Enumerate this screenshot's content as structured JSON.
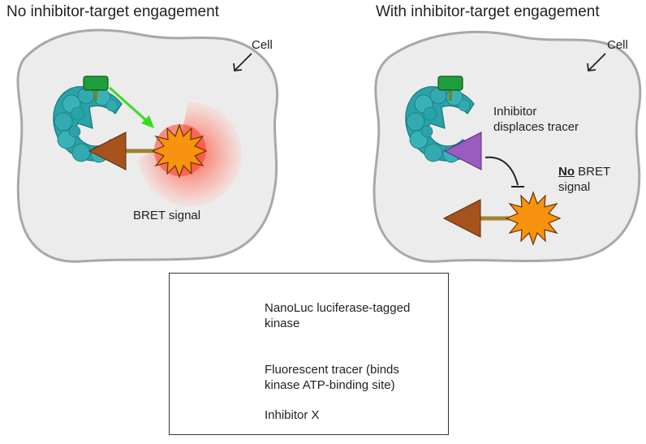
{
  "panels": {
    "left": {
      "title": "No inhibitor-target engagement",
      "cell_label": "Cell",
      "signal_label": "BRET signal"
    },
    "right": {
      "title": "With inhibitor-target engagement",
      "cell_label": "Cell",
      "inhibitor_label_line1": "Inhibitor",
      "inhibitor_label_line2": "displaces tracer",
      "no_signal_bold": "No",
      "no_signal_rest": "BRET",
      "no_signal_line2": "signal"
    }
  },
  "legend": {
    "kinase_line1": "NanoLuc luciferase-tagged",
    "kinase_line2": "kinase",
    "tracer_line1": "Fluorescent tracer (binds",
    "tracer_line2": "kinase ATP-binding site)",
    "inhibitor": "Inhibitor X"
  },
  "colors": {
    "cell_fill": "#ececec",
    "cell_stroke": "#a8a8a8",
    "kinase": "#2aa3a8",
    "kinase_dark": "#16787d",
    "nanoluc": "#1e9e3a",
    "tracer_star": "#f7930f",
    "tracer_triangle": "#a5521c",
    "linker": "#a08230",
    "inhibitor": "#9a5cc0",
    "bret_arrow": "#33dd22",
    "glow": "#ff9a8c"
  }
}
